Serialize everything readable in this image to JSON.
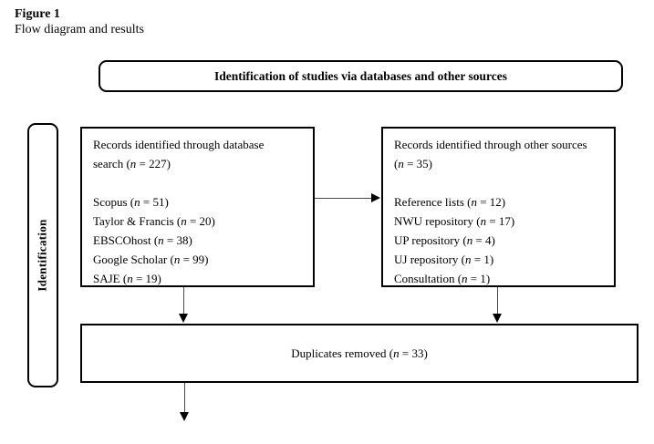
{
  "figure": {
    "label": "Figure 1",
    "caption": "Flow diagram and results"
  },
  "banner": {
    "title": "Identification of studies via databases and other sources"
  },
  "stage": {
    "label": "Identification"
  },
  "database_box": {
    "title": {
      "t1": "Records identified through database search (",
      "t2": "n",
      "t3": " = 227)"
    },
    "items": [
      {
        "t1": "Scopus (",
        "t2": "n",
        "t3": " = 51)"
      },
      {
        "t1": "Taylor & Francis (",
        "t2": "n",
        "t3": " = 20)"
      },
      {
        "t1": "EBSCOhost (",
        "t2": "n",
        "t3": " = 38)"
      },
      {
        "t1": "Google Scholar (",
        "t2": "n",
        "t3": " = 99)"
      },
      {
        "t1": "SAJE (",
        "t2": "n",
        "t3": " = 19)"
      }
    ]
  },
  "other_sources_box": {
    "title": {
      "t1": "Records identified through other sources (",
      "t2": "n",
      "t3": " = 35)"
    },
    "items": [
      {
        "t1": "Reference lists (",
        "t2": "n",
        "t3": " = 12)"
      },
      {
        "t1": "NWU repository (",
        "t2": "n",
        "t3": " = 17)"
      },
      {
        "t1": "UP repository (",
        "t2": "n",
        "t3": " = 4)"
      },
      {
        "t1": "UJ repository (",
        "t2": "n",
        "t3": " = 1)"
      },
      {
        "t1": "Consultation (",
        "t2": "n",
        "t3": " = 1)"
      }
    ]
  },
  "duplicates_box": {
    "text": {
      "t1": "Duplicates removed (",
      "t2": "n",
      "t3": " = 33)"
    }
  },
  "colors": {
    "box_border": "#000000",
    "text": "#000000",
    "arrow_shaft": "#4a4a4a",
    "arrow_head": "#000000",
    "background": "#ffffff"
  }
}
